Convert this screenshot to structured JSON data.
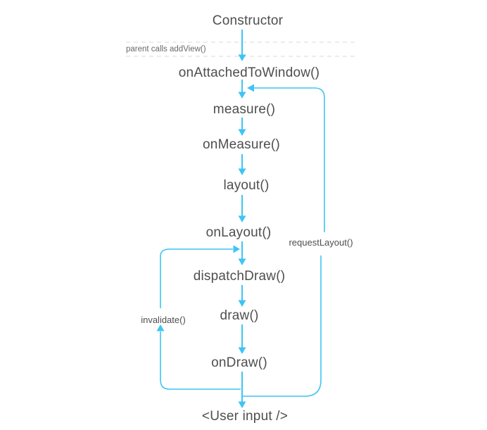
{
  "diagram": {
    "accent_color": "#3fc4f3",
    "text_color": "#4e4e4e",
    "muted_text_color": "#6a6a6a",
    "dashed_line_color": "#d9d9d9",
    "nodes": [
      {
        "id": "constructor",
        "label": "Constructor"
      },
      {
        "id": "on-attached-to-window",
        "label": "onAttachedToWindow()"
      },
      {
        "id": "measure",
        "label": "measure()"
      },
      {
        "id": "on-measure",
        "label": "onMeasure()"
      },
      {
        "id": "layout",
        "label": "layout()"
      },
      {
        "id": "on-layout",
        "label": "onLayout()"
      },
      {
        "id": "dispatch-draw",
        "label": "dispatchDraw()"
      },
      {
        "id": "draw",
        "label": "draw()"
      },
      {
        "id": "on-draw",
        "label": "onDraw()"
      },
      {
        "id": "user-input",
        "label": "<User input />"
      }
    ],
    "annotations": {
      "parent_calls": "parent calls addView()",
      "request_layout": "requestLayout()",
      "invalidate": "invalidate()"
    }
  }
}
